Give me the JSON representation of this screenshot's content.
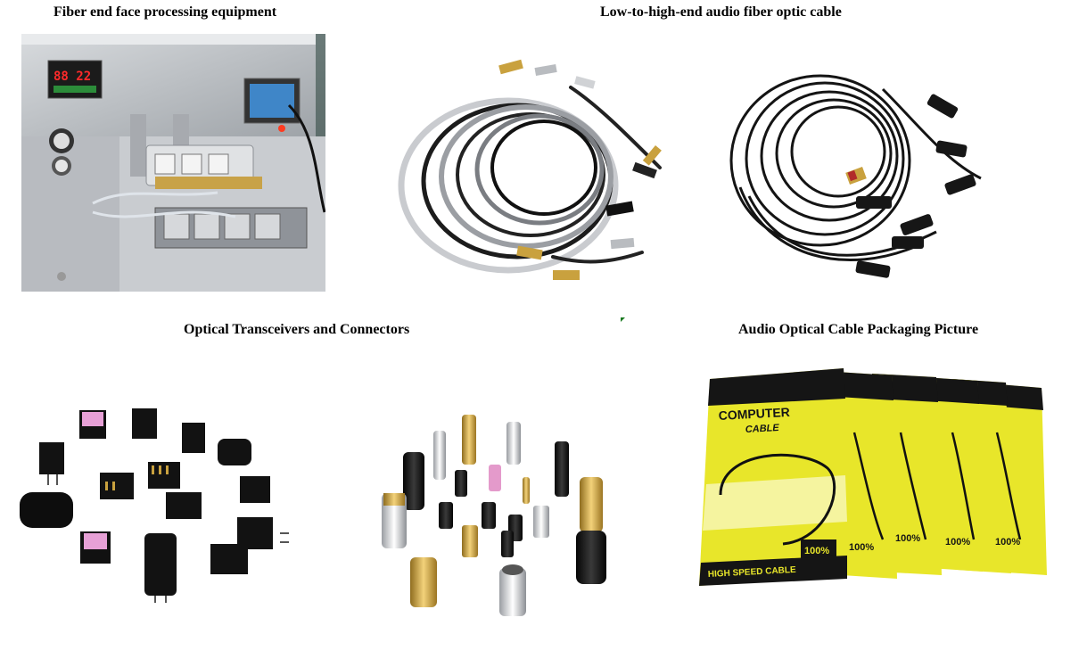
{
  "captions": {
    "equipment": "Fiber end face processing equipment",
    "cables": "Low-to-high-end audio fiber optic cable",
    "transceivers": "Optical Transceivers and Connectors",
    "packaging": "Audio Optical Cable Packaging Picture"
  },
  "equipment_display": {
    "readout": "88 22"
  },
  "packaging_labels": {
    "brand": "COMPUTER",
    "brand_sub": "CABLE",
    "footer": "HIGH SPEED CABLE",
    "badge": "100%"
  },
  "colors": {
    "package_yellow": "#e8e62a",
    "package_black": "#151515",
    "metal_gray": "#b9bcc0",
    "gold": "#c9a13e"
  }
}
